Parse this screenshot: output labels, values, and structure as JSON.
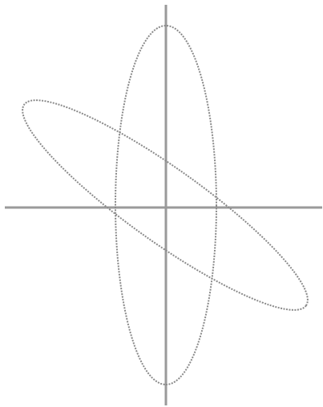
{
  "diagram": {
    "type": "ellipses-on-axes",
    "axes": {
      "color": "#999999",
      "horizontal": true,
      "vertical": true
    },
    "shapes": [
      {
        "kind": "ellipse",
        "orientation": "vertical",
        "stroke": "#8a8a8a",
        "style": "dotted"
      },
      {
        "kind": "ellipse",
        "orientation": "tilted",
        "stroke": "#8a8a8a",
        "style": "dotted"
      }
    ]
  }
}
